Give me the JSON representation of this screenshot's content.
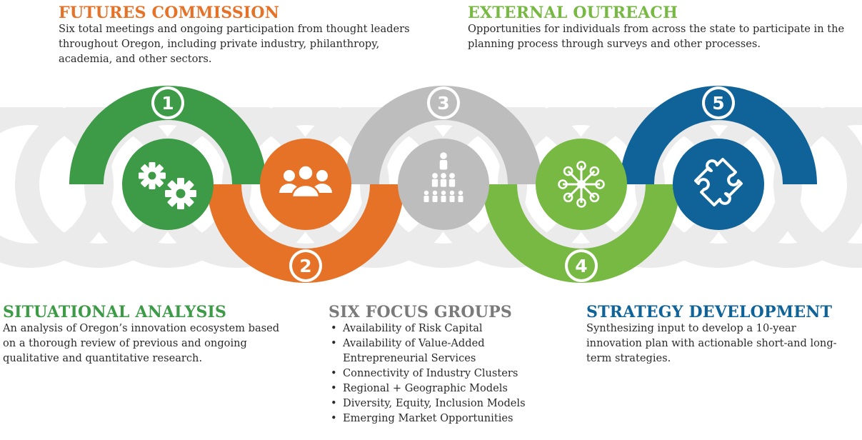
{
  "colors": {
    "green": "#3d9a47",
    "orange": "#e57227",
    "gray": "#bdbdbd",
    "lightgreen": "#77b943",
    "blue": "#0f6399",
    "track": "#ebebeb"
  },
  "sections": {
    "futures": {
      "title": "FUTURES COMMISSION",
      "desc": "Six total meetings and ongoing participation from thought leaders throughout Oregon, including private industry, philanthropy, academia, and other sectors."
    },
    "outreach": {
      "title": "EXTERNAL OUTREACH",
      "desc": "Opportunities for individuals  from across the state to participate in the planning process through surveys and other processes."
    },
    "situational": {
      "title": "SITUATIONAL ANALYSIS",
      "desc": "An analysis of Oregon’s innovation ecosystem based on a thorough review of previous and ongoing qualitative and quantitative research."
    },
    "focus": {
      "title": "SIX FOCUS GROUPS",
      "items": [
        "Availability of Risk Capital",
        "Availability of Value-Added Entrepreneurial Services",
        "Connectivity of Industry Clusters",
        "Regional + Geographic Models",
        "Diversity, Equity, Inclusion Models",
        "Emerging Market Opportunities"
      ]
    },
    "strategy": {
      "title": "STRATEGY DEVELOPMENT",
      "desc": "Synthesizing input to develop a 10-year innovation plan with actionable short-and long-term strategies."
    }
  },
  "steps": [
    {
      "number": "1",
      "icon": "gears-icon"
    },
    {
      "number": "2",
      "icon": "people-group-icon"
    },
    {
      "number": "3",
      "icon": "people-pyramid-icon"
    },
    {
      "number": "4",
      "icon": "network-hub-icon"
    },
    {
      "number": "5",
      "icon": "puzzle-piece-icon"
    }
  ]
}
